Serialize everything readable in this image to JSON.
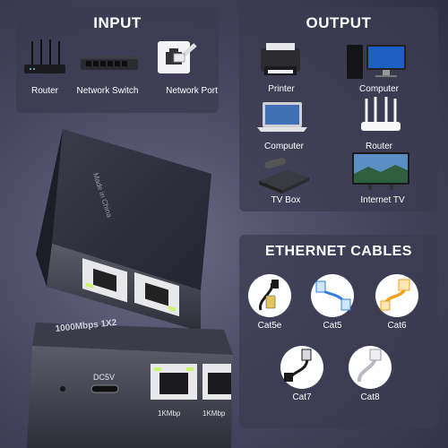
{
  "input": {
    "title": "INPUT",
    "items": [
      {
        "label": "Router",
        "icon": "router-icon"
      },
      {
        "label": "Network Switch",
        "icon": "network-switch-icon"
      },
      {
        "label": "Network Port",
        "icon": "network-port-icon"
      }
    ]
  },
  "output": {
    "title": "OUTPUT",
    "items": [
      {
        "label": "Printer",
        "icon": "printer-icon"
      },
      {
        "label": "Computer",
        "icon": "desktop-computer-icon"
      },
      {
        "label": "Computer",
        "icon": "laptop-icon"
      },
      {
        "label": "Router",
        "icon": "wifi-router-icon"
      },
      {
        "label": "TV Box",
        "icon": "tv-box-icon"
      },
      {
        "label": "Internet TV",
        "icon": "internet-tv-icon"
      }
    ]
  },
  "cables": {
    "title": "ETHERNET CABLES",
    "items": [
      {
        "label": "Cat5e",
        "color": "#1a1a1a"
      },
      {
        "label": "Cat5",
        "color": "#2f7fd6"
      },
      {
        "label": "Cat6",
        "color": "#f2a21b"
      },
      {
        "label": "Cat7",
        "color": "#1a1a1a"
      },
      {
        "label": "Cat8",
        "color": "#b8b8c0"
      }
    ]
  },
  "device": {
    "power_label": "DC5V",
    "port_label_1": "1KMbp",
    "port_label_2": "1KMbp",
    "speed_text": "1000Mbps 1X2",
    "brand_text": "Made in China",
    "led_color": "#c9f76a"
  }
}
